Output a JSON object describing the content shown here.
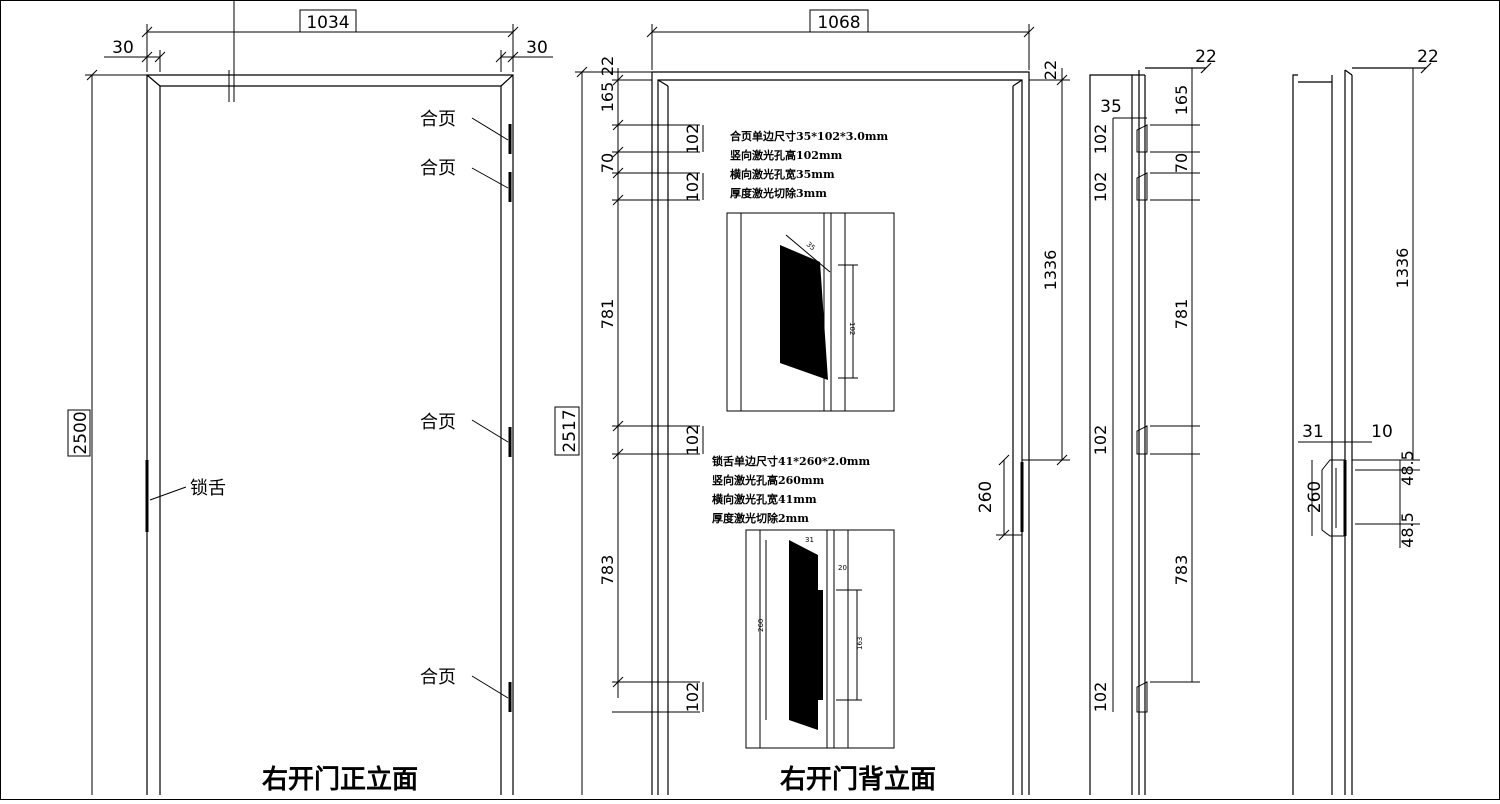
{
  "front_view": {
    "title": "右开门正立面",
    "width_label": "1034",
    "left_frame_label": "30",
    "right_frame_label": "30",
    "height_label": "2500",
    "hinge_label_1": "合页",
    "hinge_label_2": "合页",
    "hinge_label_3": "合页",
    "hinge_label_4": "合页",
    "latch_label": "锁舌"
  },
  "back_view": {
    "title": "右开门背立面",
    "width_label": "1068",
    "height_label": "2517",
    "dim_top_left": "165",
    "dim_top_left_2": "22",
    "dim_top_right": "22",
    "dim_hinge_1": "102",
    "dim_gap_70": "70",
    "dim_hinge_2": "102",
    "dim_781": "781",
    "dim_hinge_3": "102",
    "dim_783": "783",
    "dim_hinge_4": "102",
    "dim_1336": "1336",
    "dim_260": "260",
    "hinge_note": [
      "合页单边尺寸35*102*3.0mm",
      "竖向激光孔高102mm",
      "横向激光孔宽35mm",
      "厚度激光切除3mm"
    ],
    "latch_note": [
      "锁舌单边尺寸41*260*2.0mm",
      "竖向激光孔高260mm",
      "横向激光孔宽41mm",
      "厚度激光切除2mm"
    ],
    "detail1_labels": {
      "w": "35",
      "h": "102"
    },
    "detail2_labels": {
      "w": "31",
      "a": "48.5",
      "b": "48.5",
      "c": "20",
      "h": "260",
      "d": "163"
    }
  },
  "hinge_side_view": {
    "dim_22": "22",
    "dim_35": "35",
    "dim_165": "165",
    "dim_102a": "102",
    "dim_70": "70",
    "dim_102b": "102",
    "dim_781": "781",
    "dim_102c": "102",
    "dim_783": "783",
    "dim_102d": "102"
  },
  "latch_side_view": {
    "dim_22": "22",
    "dim_1336": "1336",
    "dim_31": "31",
    "dim_10": "10",
    "dim_48_5_top": "48.5",
    "dim_260": "260",
    "dim_48_5_bottom": "48.5"
  }
}
